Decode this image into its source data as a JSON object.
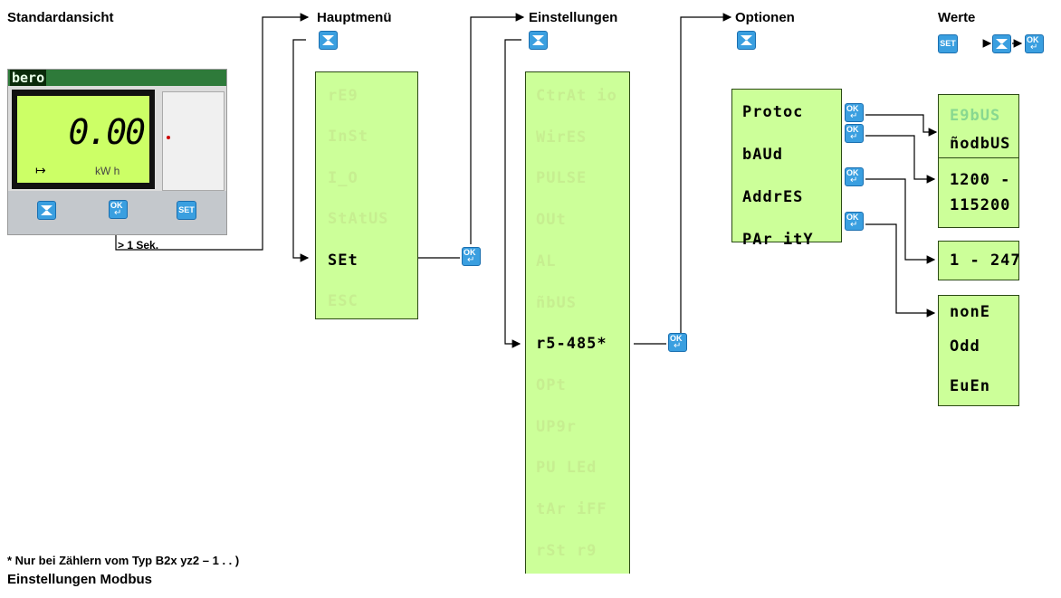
{
  "headers": {
    "standard": "Standardansicht",
    "haupt": "Hauptmenü",
    "einst": "Einstellungen",
    "optionen": "Optionen",
    "werte": "Werte"
  },
  "device": {
    "brand": "bero",
    "reading": "0.00",
    "unit": "kW h",
    "arrow": "↦",
    "set_label": "SET",
    "ok_label": "OK"
  },
  "hold_label": "> 1 Sek.",
  "hauptmenu_items": [
    {
      "label": "rE9",
      "active": false
    },
    {
      "label": "InSt",
      "active": false
    },
    {
      "label": "I_O",
      "active": false
    },
    {
      "label": "StAtUS",
      "active": false
    },
    {
      "label": "SEt",
      "active": true
    },
    {
      "label": "ESC",
      "active": false
    }
  ],
  "einstellungen_items": [
    {
      "label": "CtrAt io",
      "active": false
    },
    {
      "label": "WirES",
      "active": false
    },
    {
      "label": "PULSE",
      "active": false
    },
    {
      "label": "OUt",
      "active": false
    },
    {
      "label": "AL",
      "active": false
    },
    {
      "label": "ñbUS",
      "active": false
    },
    {
      "label": "r5-485*",
      "active": true
    },
    {
      "label": "OPt",
      "active": false
    },
    {
      "label": "UP9r",
      "active": false
    },
    {
      "label": "PU LEd",
      "active": false
    },
    {
      "label": "tAr iFF",
      "active": false
    },
    {
      "label": "rSt r9",
      "active": false
    }
  ],
  "optionen_items": [
    "Protoc",
    "bAUd",
    "AddrES",
    "PAr itY"
  ],
  "werte": {
    "protocol": [
      "E9bUS",
      "ñodbUS"
    ],
    "baud": [
      "1200 -",
      "115200"
    ],
    "address": [
      "1 - 247"
    ],
    "parity": [
      "nonE",
      "Odd",
      "EuEn"
    ]
  },
  "footnote": "* Nur bei Zählern vom Typ B2x yz2 – 1 . . )",
  "caption": "Einstellungen Modbus",
  "colors": {
    "lcd_green": "#ccff99",
    "button_blue": "#3a9fe0",
    "device_header_green": "#2e7a3a"
  }
}
